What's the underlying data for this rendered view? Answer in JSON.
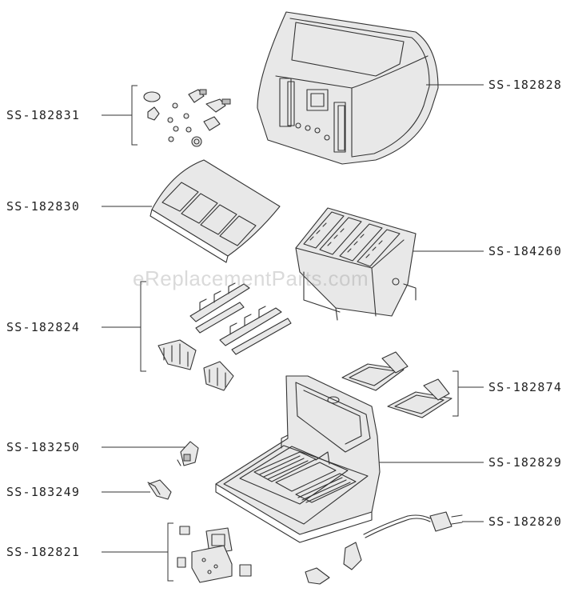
{
  "watermark": "eReplacementParts.com",
  "labels": {
    "ss182831": "SS-182831",
    "ss182828": "SS-182828",
    "ss182830": "SS-182830",
    "ss184260": "SS-184260",
    "ss182824": "SS-182824",
    "ss182874": "SS-182874",
    "ss183250": "SS-183250",
    "ss182829": "SS-182829",
    "ss183249": "SS-183249",
    "ss182820": "SS-182820",
    "ss182821": "SS-182821"
  }
}
